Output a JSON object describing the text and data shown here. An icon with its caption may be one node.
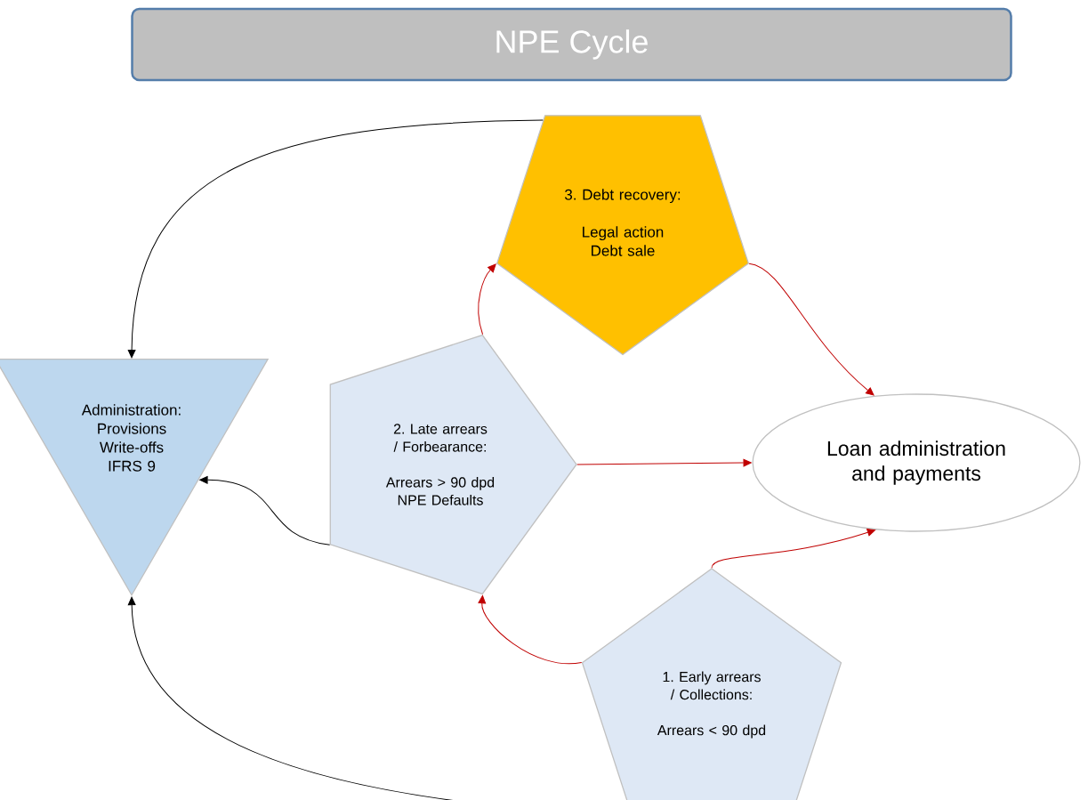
{
  "diagram": {
    "title": "NPE Cycle",
    "nodes": [
      {
        "text": [
          "3. Debt recovery:",
          "Legal action Debt sale"
        ]
      },
      {
        "text": [
          "Administration: Provisions Write-offs IFRS 9"
        ]
      },
      {
        "text": [
          "2. Late arrears / Forbearance:",
          "Arrears > 90 dpd NPE Defaults"
        ]
      },
      {
        "text": [
          "Loan administration and payments"
        ]
      },
      {
        "text": [
          "1. Early arrears / Collections:",
          "Arrears < 90 dpd"
        ]
      }
    ],
    "edges": [
      {
        "from": 0,
        "to": 1,
        "arrow": "to",
        "color": "#000000"
      },
      {
        "from": 2,
        "to": 0,
        "arrow": "to"
      },
      {
        "from": 0,
        "to": 3,
        "arrow": "to"
      },
      {
        "from": 2,
        "to": 3,
        "arrow": "to"
      },
      {
        "from": 2,
        "to": 1,
        "arrow": "to",
        "color": "#000000"
      },
      {
        "from": 4,
        "to": 2,
        "arrow": "to"
      },
      {
        "from": 4,
        "to": 3,
        "arrow": "to"
      },
      {
        "from": 4,
        "to": 1,
        "arrow": "to",
        "color": "#000000"
      }
    ]
  }
}
